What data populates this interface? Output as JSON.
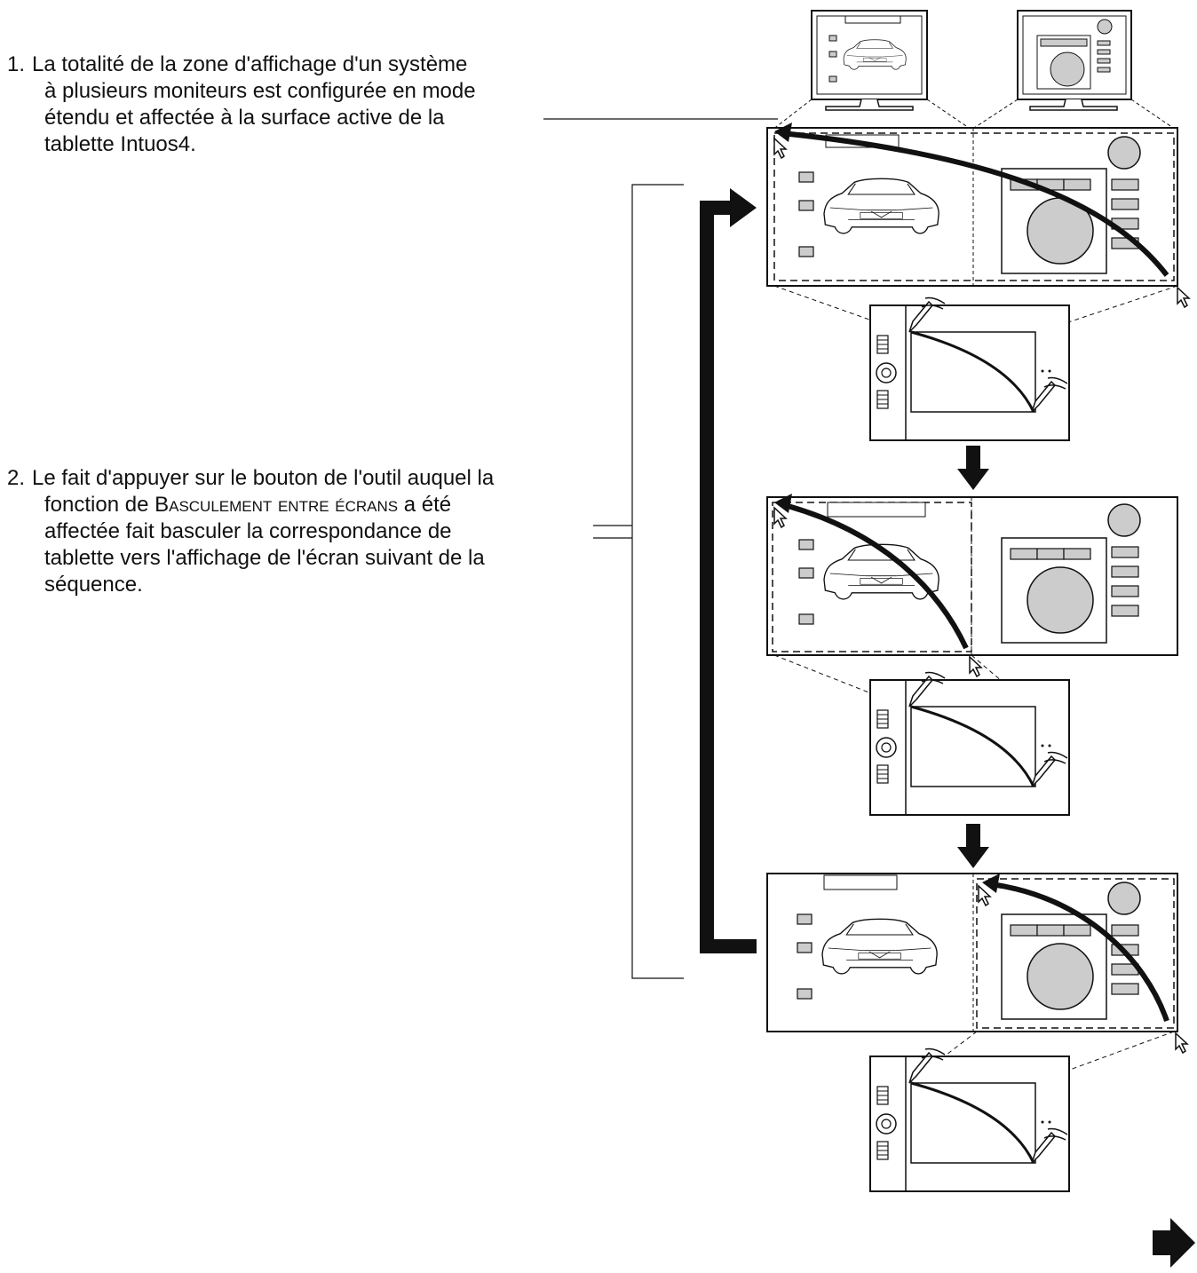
{
  "step1": {
    "number": "1.",
    "line1": "La totalité de la zone d'affichage d'un système",
    "line2": "à plusieurs moniteurs est configurée en mode",
    "line3": "étendu et affectée à la surface active de la",
    "line4": "tablette Intuos4."
  },
  "step2": {
    "number": "2.",
    "line1": "Le fait d'appuyer sur le bouton de l'outil auquel la",
    "line2_pre": "fonction de ",
    "line2_func": "Basculement entre écrans",
    "line2_post": " a été",
    "line3": "affectée fait basculer la correspondance de",
    "line4": "tablette vers l'affichage de l'écran suivant de la",
    "line5": "séquence."
  },
  "icons": {
    "next_page": "next-page-arrow-icon",
    "cursor": "cursor-arrow-icon",
    "pen": "pen-icon",
    "car": "car-icon"
  },
  "colors": {
    "ink": "#111111",
    "fill_gray": "#cccccc"
  }
}
